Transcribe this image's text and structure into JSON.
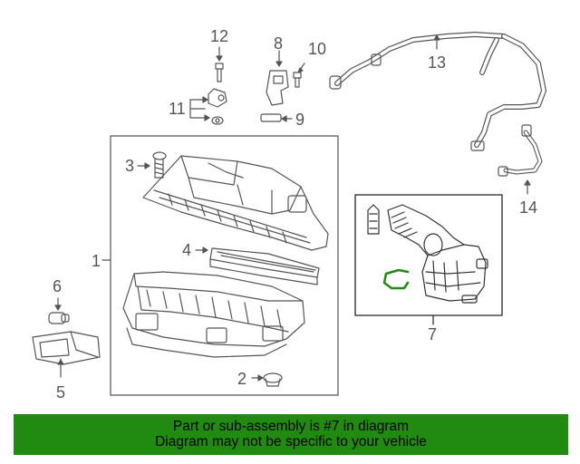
{
  "callouts": {
    "c1": "1",
    "c2": "2",
    "c3": "3",
    "c4": "4",
    "c5": "5",
    "c6": "6",
    "c7": "7",
    "c8": "8",
    "c9": "9",
    "c10": "10",
    "c11": "11",
    "c12": "12",
    "c13": "13",
    "c14": "14"
  },
  "banner": {
    "line1": "Part or sub-assembly is #7 in diagram",
    "line2": "Diagram may not be specific to your vehicle"
  },
  "colors": {
    "banner_bg": "#218a11",
    "highlight_part": "#218a11",
    "line": "#555555"
  }
}
